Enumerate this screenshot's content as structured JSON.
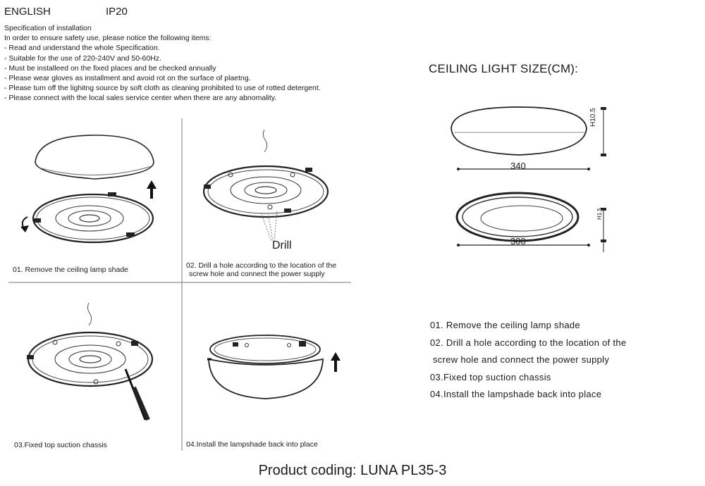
{
  "header": {
    "language": "ENGLISH",
    "rating": "IP20"
  },
  "spec": {
    "lines": [
      "Specification of installation",
      "In order to ensure safety use, please notice the following items:",
      "- Read and understand the whole Specification.",
      "- Suitable for the use of 220-240V and 50-60Hz.",
      "- Must be installeed on the fixed places and be checked annually",
      "- Please wear gloves as installment and avoid rot on the surface of plaetng.",
      "- Please tum off the lighitng source by soft cloth as cleaning prohibited to use of rotted detergent.",
      "- Please connect with the local sales service center when there are any abnomality."
    ]
  },
  "panels": {
    "p1": "01. Remove the ceiling lamp shade",
    "p2_line1": "02. Drill a hole according to the location of the",
    "p2_line2": "screw hole and connect the power supply",
    "p2_drill": "Drill",
    "p3": "03.Fixed top suction chassis",
    "p4": "04.Install the lampshade back into place"
  },
  "size": {
    "title": "CEILING LIGHT SIZE(CM):",
    "shade_width": "340",
    "shade_height": "H10.5",
    "base_width": "300",
    "base_height": "H1.5"
  },
  "steps": [
    "01. Remove the ceiling lamp shade",
    "02. Drill a hole according to the location of the",
    " screw hole and connect the power supply",
    "03.Fixed top suction chassis",
    "04.Install the lampshade back into place"
  ],
  "footer": {
    "coding": "Product coding: LUNA PL35-3"
  }
}
